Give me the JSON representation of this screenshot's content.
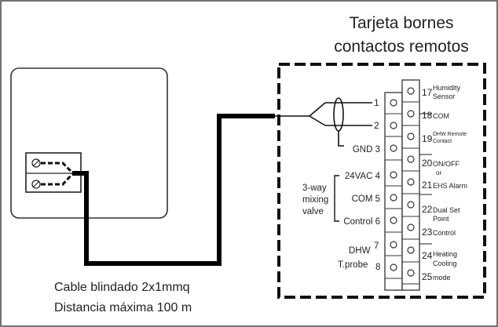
{
  "board_title": {
    "line1": "Tarjeta bornes",
    "line2": "contactos remotos"
  },
  "cable_caption": {
    "line1": "Cable blindado 2x1mmq",
    "line2": "Distancia máxima 100 m"
  },
  "left_terminals": {
    "t1": "1",
    "t2": "2",
    "gnd": "GND 3",
    "v24": "24VAC 4",
    "com": "COM  5",
    "control": "Control 6",
    "dhw_num": "7",
    "dhw": "DHW",
    "tprobe": "T.probe",
    "tprobe_num": "8"
  },
  "valve_label": {
    "line1": "3-way",
    "line2": "mixing",
    "line3": "valve"
  },
  "right_terminals": {
    "n17": "17",
    "l17a": "Humidity",
    "l17b": "Sensor",
    "n18": "18",
    "l18": "COM",
    "n19": "19",
    "l19a": "DHW Remote",
    "l19b": "Contact",
    "n20": "20",
    "l20": "ON/OFF",
    "or": "or",
    "n21": "21",
    "l21": "EHS Alarm",
    "n22": "22",
    "l22a": "Dual Set",
    "l22b": "Point",
    "n23": "23",
    "l23": "Control",
    "n24": "24",
    "l24a": "Heating",
    "l24b": "Cooling",
    "n25": "25",
    "l25": "mode"
  }
}
